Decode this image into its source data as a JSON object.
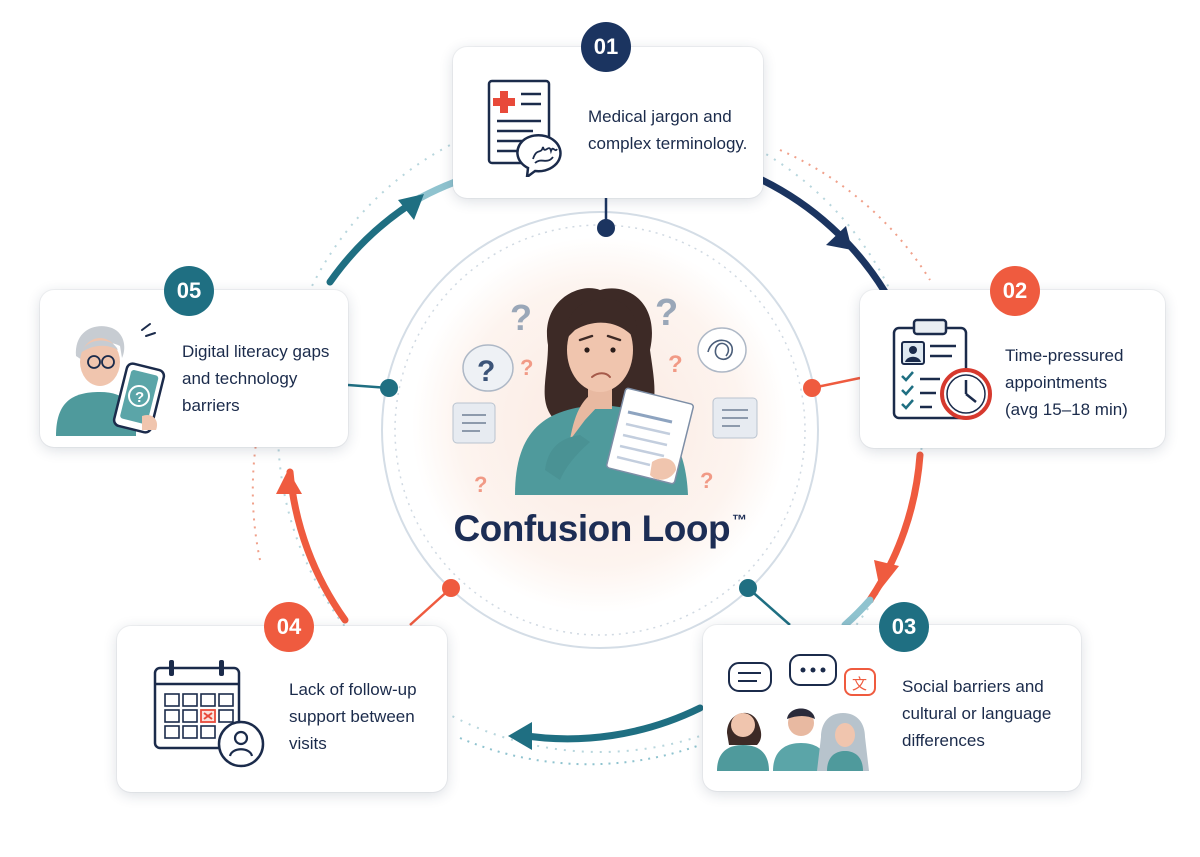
{
  "diagram": {
    "center_title": "Confusion Loop",
    "center_trademark": "™",
    "steps": [
      {
        "number": "01",
        "text": "Medical jargon and\ncomplex terminology.",
        "icon": "medical-document-icon",
        "color": "#1b3460"
      },
      {
        "number": "02",
        "text": "Time-pressured\nappointments\n(avg 15–18 min)",
        "icon": "clipboard-clock-icon",
        "color": "#ef5b3f"
      },
      {
        "number": "03",
        "text": "Social barriers and\ncultural or language\ndifferences",
        "icon": "diverse-people-speech-icon",
        "color": "#1f6f82"
      },
      {
        "number": "04",
        "text": "Lack of follow-up\nsupport between\nvisits",
        "icon": "calendar-person-icon",
        "color": "#ef5b3f"
      },
      {
        "number": "05",
        "text": "Digital literacy gaps\nand technology\nbarriers",
        "icon": "person-phone-icon",
        "color": "#1f6f82"
      }
    ]
  },
  "colors": {
    "navy": "#1b3460",
    "coral": "#ef5b3f",
    "teal": "#1f6f82",
    "light_teal": "#8fc3cf"
  }
}
